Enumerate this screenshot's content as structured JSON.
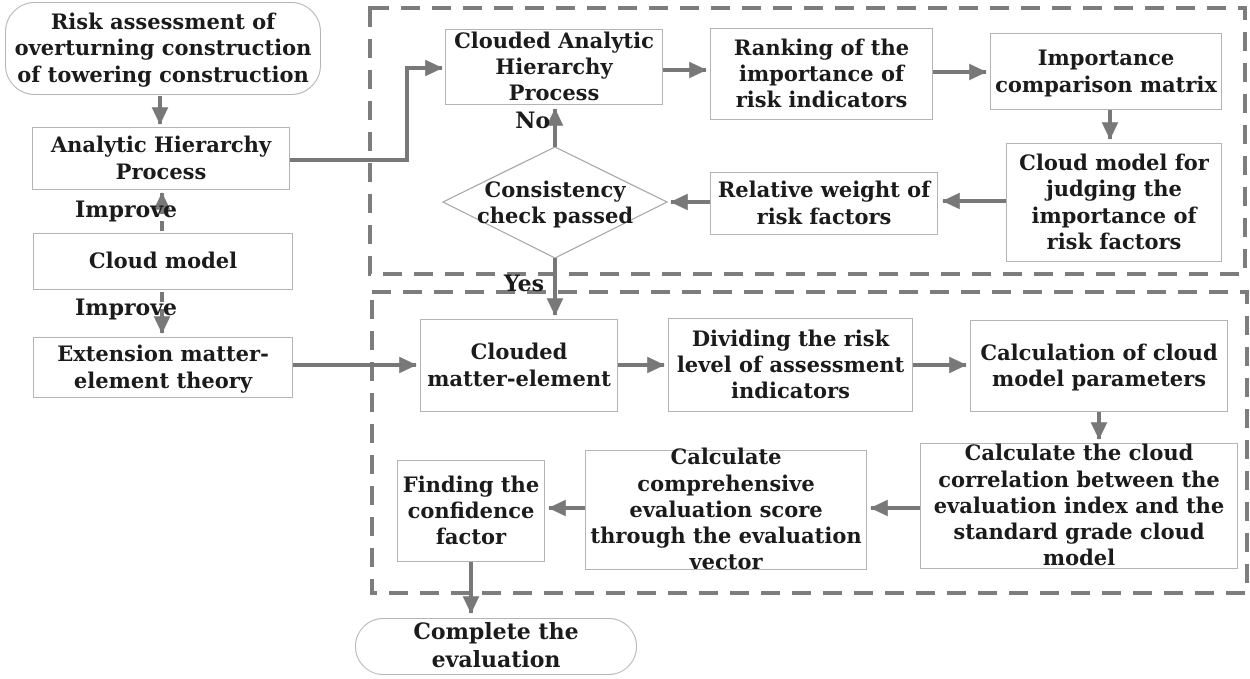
{
  "colors": {
    "arrow": "#787878",
    "dashed_boundary": "#7d7d7d",
    "box_border": "#b4b4b4",
    "text": "#1b1b1b",
    "background": "#ffffff"
  },
  "left_column": {
    "start": "Risk assessment of overturning construction of towering construction",
    "ahp": "Analytic Hierarchy Process",
    "cloud_model": "Cloud model",
    "extension": "Extension matter-element theory",
    "improve_top": "Improve",
    "improve_bottom": "Improve"
  },
  "phase1": {
    "clouded_ahp": "Clouded Analytic Hierarchy Process",
    "ranking": "Ranking of the importance of risk indicators",
    "importance_matrix": "Importance comparison matrix",
    "cloud_judging": "Cloud model for judging the importance of risk factors",
    "relative_weight": "Relative weight of risk factors",
    "consistency_check": "Consistency check passed",
    "no_label": "No",
    "yes_label": "Yes"
  },
  "phase2": {
    "clouded_matter": "Clouded matter-element",
    "dividing": "Dividing the risk level of assessment indicators",
    "calc_params": "Calculation of cloud model parameters",
    "cloud_correlation": "Calculate the cloud correlation between the evaluation index and the standard grade cloud model",
    "comprehensive": "Calculate comprehensive evaluation score through the evaluation vector",
    "confidence": "Finding the confidence factor"
  },
  "end": {
    "complete": "Complete the evaluation"
  }
}
